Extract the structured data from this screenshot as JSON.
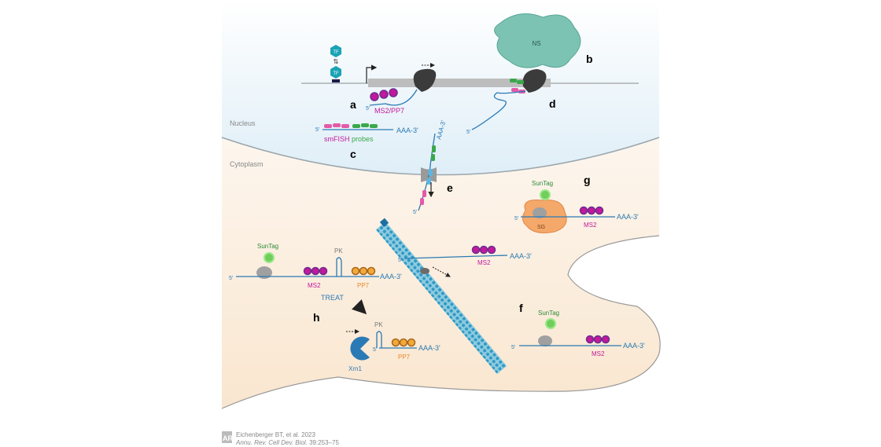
{
  "regions": {
    "nucleus": "Nucleus",
    "cytoplasm": "Cytoplasm"
  },
  "panels": {
    "a": "a",
    "b": "b",
    "c": "c",
    "d": "d",
    "e": "e",
    "f": "f",
    "g": "g",
    "h": "h"
  },
  "labels": {
    "tf": "TF",
    "ns": "NS",
    "ms2_pp7": "MS2/PP7",
    "smfish_sm": "sm",
    "smfish_fish": "FISH",
    "smfish_probes": "probes",
    "five_prime": "5'",
    "polyA": "AAA-3'",
    "suntag": "SunTag",
    "ms2": "MS2",
    "pp7": "PP7",
    "pk": "PK",
    "treat": "TREAT",
    "sg": "SG",
    "xrn1": "Xrn1"
  },
  "citation": {
    "logo": "AR",
    "line1": "Eichenberger BT, et al. 2023",
    "journal": "Annu. Rev. Cell Dev. Biol.",
    "volume": "39:253–75"
  },
  "colors": {
    "magenta": "#c2189b",
    "purple": "#6b2d8f",
    "orange": "#e8892a",
    "green": "#3aa84a",
    "blue": "#2a7ab5",
    "teal": "#1aa3b5",
    "ns_fill": "#7cc3b3",
    "sg_fill": "#f4a86a"
  }
}
